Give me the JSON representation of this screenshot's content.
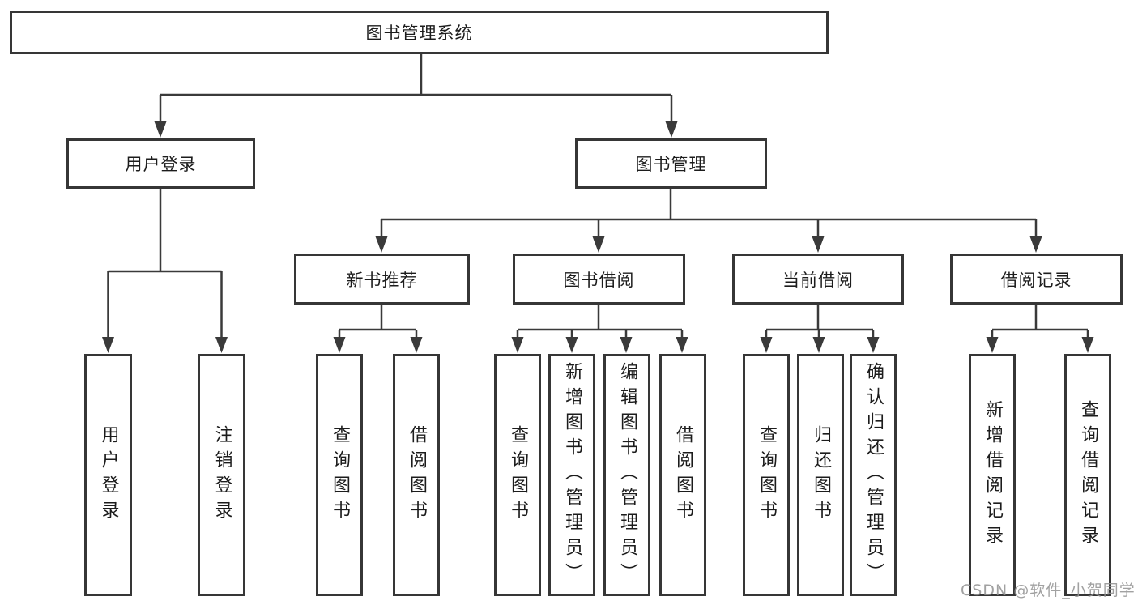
{
  "diagram": {
    "title_node": "图书管理系统",
    "branches": [
      {
        "label": "用户登录",
        "children": [
          "用户登录",
          "注销登录"
        ]
      },
      {
        "label": "图书管理",
        "children": [
          {
            "label": "新书推荐",
            "children": [
              "查询图书",
              "借阅图书"
            ]
          },
          {
            "label": "图书借阅",
            "children": [
              "查询图书",
              "新增图书（管理员）",
              "编辑图书（管理员）",
              "借阅图书"
            ]
          },
          {
            "label": "当前借阅",
            "children": [
              "查询图书",
              "归还图书",
              "确认归还（管理员）"
            ]
          },
          {
            "label": "借阅记录",
            "children": [
              "新增借阅记录",
              "查询借阅记录"
            ]
          }
        ]
      }
    ],
    "colors": {
      "line": "#3a3a3a",
      "box_border": "#363636",
      "text": "#1c1c1c",
      "background": "#ffffff",
      "watermark_text": "#949494"
    }
  },
  "watermark": "CSDN @软件_小贺同学"
}
